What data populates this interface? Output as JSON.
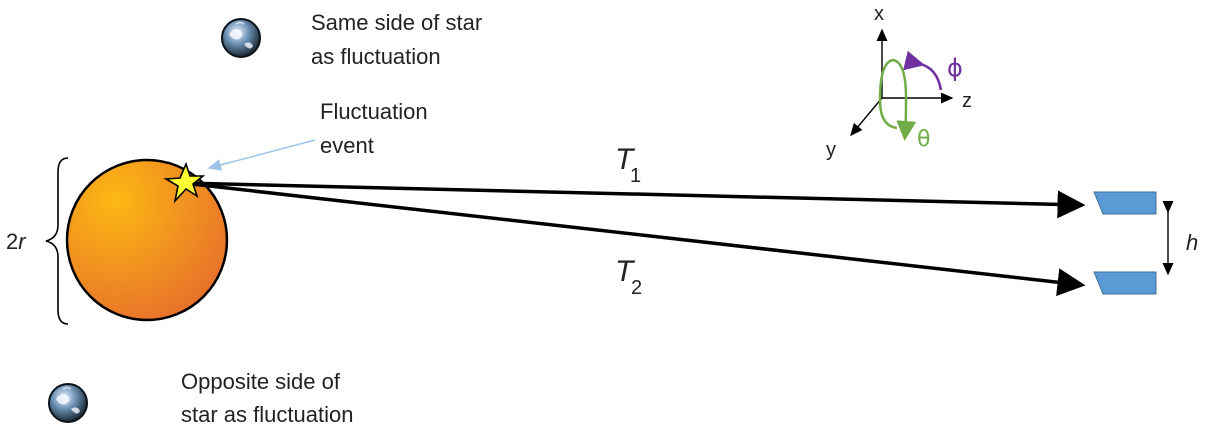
{
  "diagram": {
    "planet_same_side_label_line1": "Same side of star",
    "planet_same_side_label_line2": "as fluctuation",
    "planet_opposite_side_label_line1": "Opposite side of",
    "planet_opposite_side_label_line2": "star as fluctuation",
    "fluctuation_label_line1": "Fluctuation",
    "fluctuation_label_line2": "event",
    "star_diameter_label": "2r",
    "path1_label": "T",
    "path1_subscript": "1",
    "path2_label": "T",
    "path2_subscript": "2",
    "detector_separation_label": "h",
    "axes": {
      "x_label": "x",
      "y_label": "y",
      "z_label": "z",
      "phi_label": "ϕ",
      "theta_label": "θ",
      "phi_color": "#7030a0",
      "theta_color": "#70ad47"
    },
    "colors": {
      "star_light": "#fcb813",
      "star_dark": "#e8732a",
      "detector": "#5b9bd5",
      "fluctuation": "#ffff33",
      "pointer": "#9dc3e6"
    }
  }
}
